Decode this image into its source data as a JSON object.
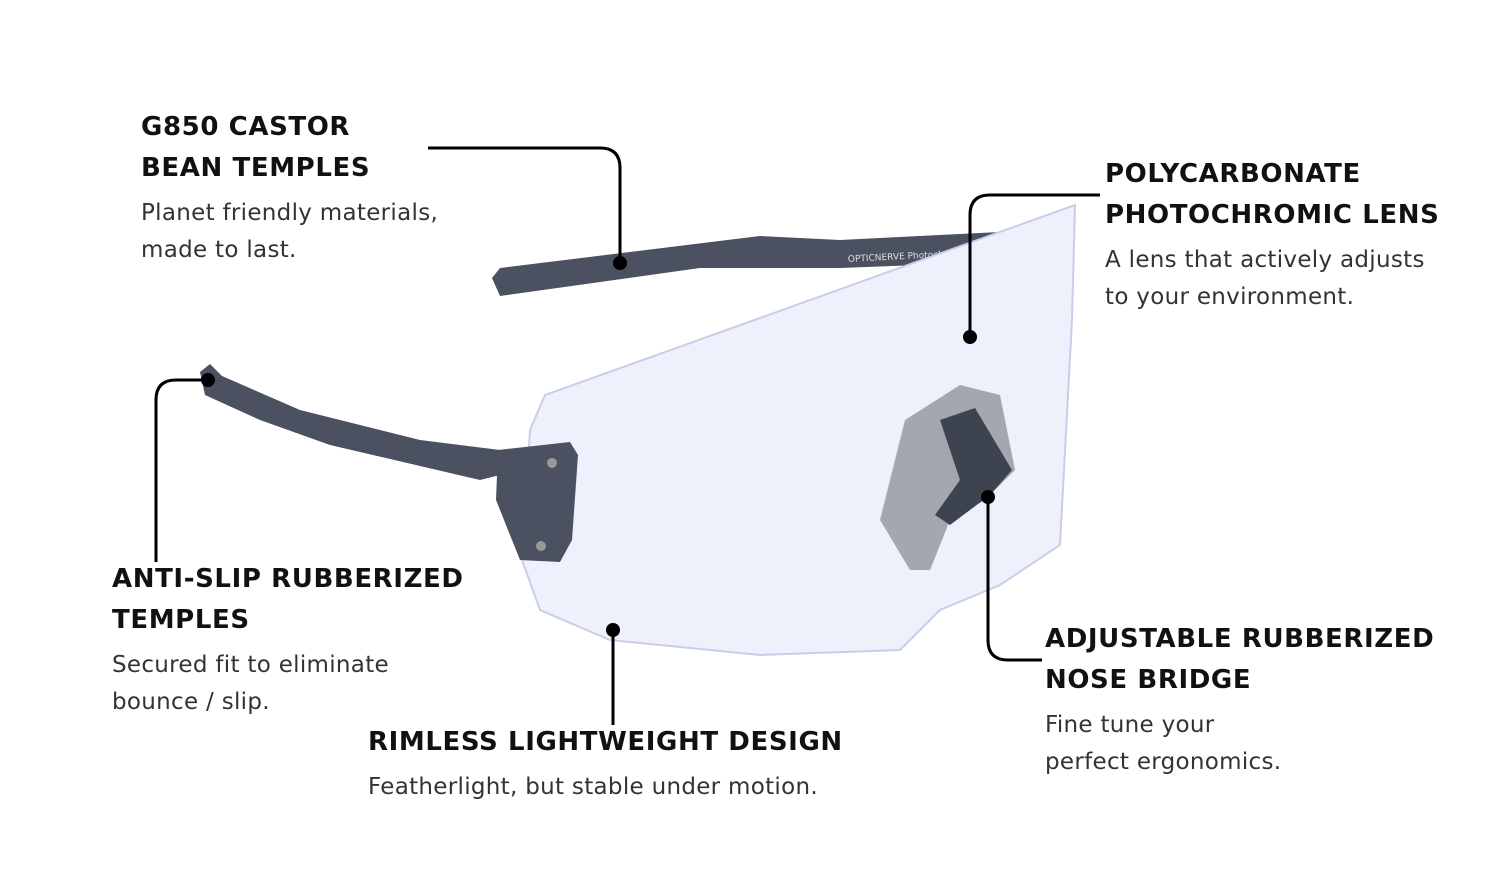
{
  "callouts": {
    "temples": {
      "title": "G850 CASTOR\nBEAN TEMPLES",
      "desc": "Planet friendly materials,\nmade to last."
    },
    "lens": {
      "title": "POLYCARBONATE\nPHOTOCHROMIC LENS",
      "desc": "A lens that actively adjusts\nto your environment."
    },
    "antislip": {
      "title": "ANTI-SLIP RUBBERIZED\nTEMPLES",
      "desc": "Secured fit to eliminate\nbounce / slip."
    },
    "rimless": {
      "title": "RIMLESS LIGHTWEIGHT DESIGN",
      "desc": "Featherlight, but stable under motion."
    },
    "nose": {
      "title": "ADJUSTABLE RUBBERIZED\nNOSE BRIDGE",
      "desc": "Fine tune your\nperfect ergonomics."
    }
  },
  "product_print": "OPTICNERVE Photochromic",
  "colors": {
    "frame": "#4b5161",
    "lens": "#eef0fb",
    "leader": "#000000"
  }
}
